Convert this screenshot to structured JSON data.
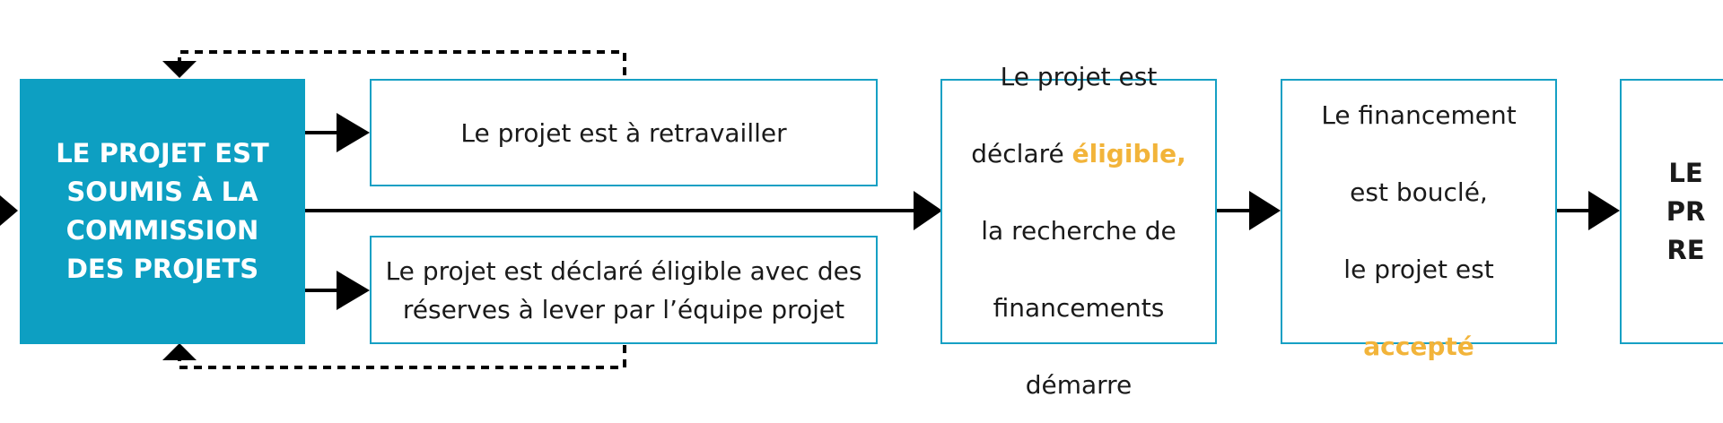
{
  "nodes": {
    "submitted": {
      "text": "LE PROJET EST\nSOUMIS À LA\nCOMMISSION\nDES PROJETS"
    },
    "rework": {
      "text": "Le projet est à retravailler"
    },
    "reserves": {
      "text": "Le projet est déclaré éligible avec des\nréserves à lever par l’équipe projet"
    },
    "eligible": {
      "line1": "Le projet est",
      "line2_prefix": "déclaré ",
      "line2_highlight": "éligible,",
      "line3": "la recherche de",
      "line4": "financements",
      "line5": "démarre"
    },
    "funding": {
      "line1": "Le financement",
      "line2": "est bouclé,",
      "line3": "le projet est",
      "line4_highlight": "accepté"
    },
    "final": {
      "text": "LE PR\nRE"
    }
  },
  "colors": {
    "primary_fill": "#0d9fc2",
    "box_border": "#16a0c4",
    "highlight": "#f2b43a",
    "arrow": "#000000"
  }
}
